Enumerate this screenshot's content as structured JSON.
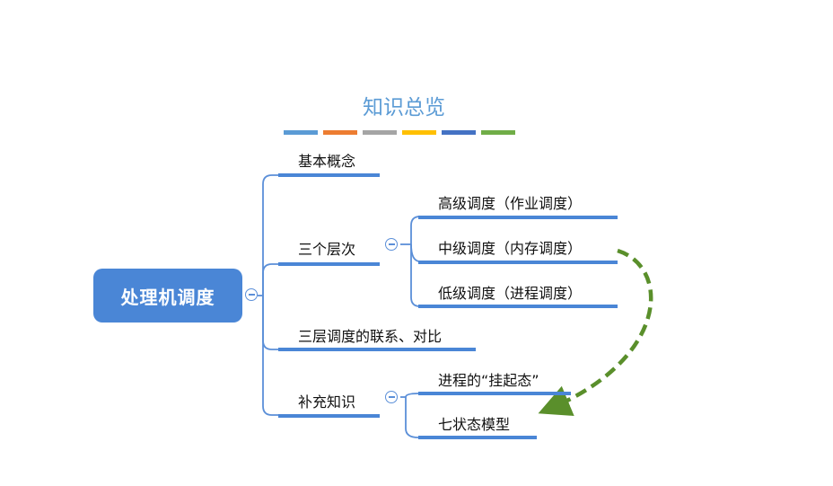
{
  "title": "知识总览",
  "title_bar_colors": [
    "#5b9bd5",
    "#ed7d31",
    "#a5a5a5",
    "#ffc000",
    "#4472c4",
    "#70ad47"
  ],
  "root": {
    "label": "处理机调度"
  },
  "branches": [
    {
      "label": "基本概念"
    },
    {
      "label": "三个层次",
      "children": [
        {
          "label": "高级调度（作业调度）"
        },
        {
          "label": "中级调度（内存调度）"
        },
        {
          "label": "低级调度（进程调度）"
        }
      ]
    },
    {
      "label": "三层调度的联系、对比"
    },
    {
      "label": "补充知识",
      "children": [
        {
          "label": "进程的“挂起态”"
        },
        {
          "label": "七状态模型"
        }
      ]
    }
  ],
  "colors": {
    "node_blue": "#4a86d6",
    "arrow_green": "#5a8f2b"
  }
}
